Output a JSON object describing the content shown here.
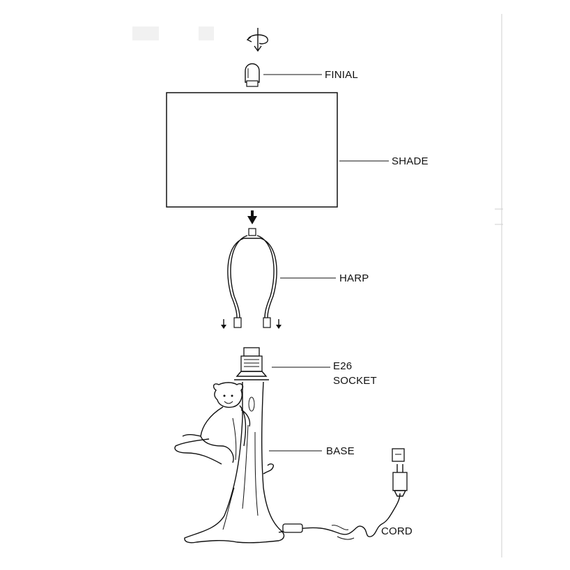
{
  "labels": {
    "finial": "FINIAL",
    "shade": "SHADE",
    "harp": "HARP",
    "socket_line1": "E26",
    "socket_line2": "SOCKET",
    "base": "BASE",
    "cord": "CORD"
  },
  "icons": {
    "rotate": "rotate-arrow-icon",
    "down": "down-arrow-icon"
  }
}
